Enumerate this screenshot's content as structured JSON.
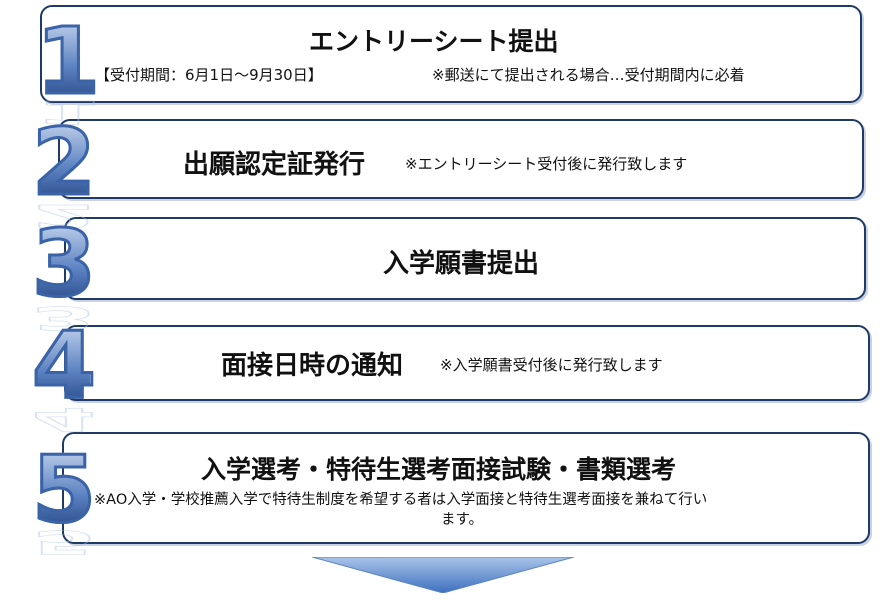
{
  "steps": [
    {
      "number": "1",
      "title": "エントリーシート提出",
      "period": "【受付期間：6月1日～9月30日】",
      "note": "※郵送にて提出される場合…受付期間内に必着"
    },
    {
      "number": "2",
      "title": "出願認定証発行",
      "note": "※エントリーシート受付後に発行致します"
    },
    {
      "number": "3",
      "title": "入学願書提出"
    },
    {
      "number": "4",
      "title": "面接日時の通知",
      "note": "※入学願書受付後に発行致します"
    },
    {
      "number": "5",
      "title": "入学選考・特待生選考面接試験・書類選考",
      "note_line1": "※AO入学・学校推薦入学で特待生制度を希望する者は入学面接と特待生選考面接を兼ねて行い",
      "note_line2": "ます。"
    }
  ],
  "colors": {
    "box_border": "#1f3a66",
    "number_fill": "#3b63a8",
    "arrow_top": "#a9c4e8",
    "arrow_bottom": "#3d6fc0"
  }
}
